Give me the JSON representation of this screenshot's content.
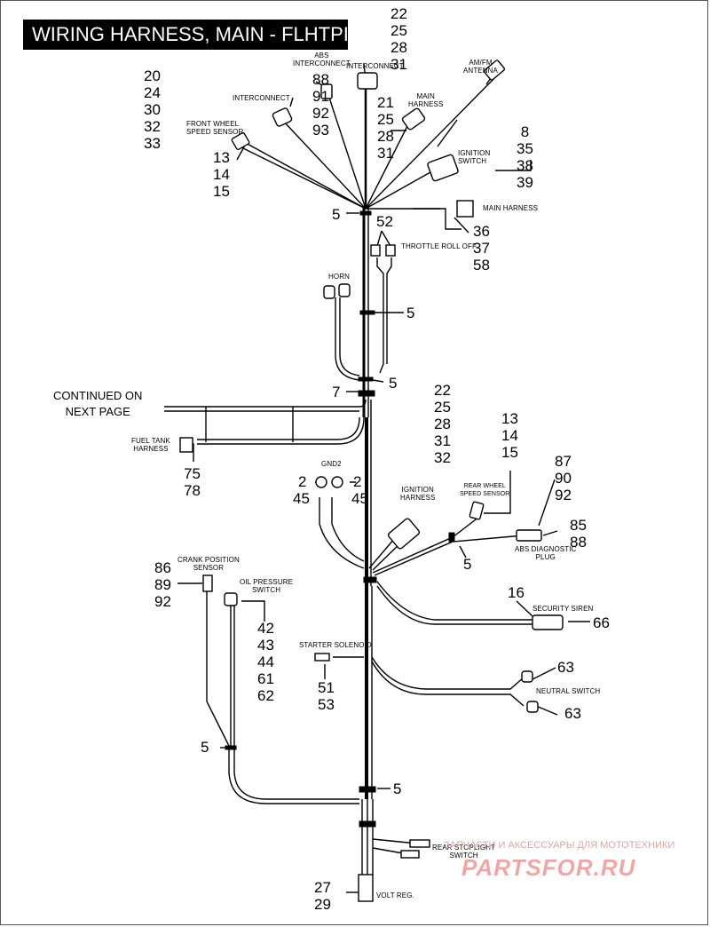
{
  "title": "WIRING HARNESS, MAIN - FLHTPI",
  "continued": "CONTINUED ON\nNEXT PAGE",
  "components": {
    "abs_interconnect": "ABS\nINTERCONNECT",
    "interconnect_top": "INTERCONNECT",
    "am_fm_antenna": "AM/FM\nANTENNA",
    "interconnect_left": "INTERCONNECT",
    "front_wheel_speed_sensor": "FRONT WHEEL\nSPEED SENSOR",
    "main_harness_upper": "MAIN\nHARNESS",
    "ignition_switch": "IGNITION\nSWITCH",
    "main_harness_right": "MAIN HARNESS",
    "throttle_roll_off": "THROTTLE ROLL OFF",
    "horn": "HORN",
    "fuel_tank_harness": "FUEL TANK\nHARNESS",
    "gnd2": "GND2",
    "ignition_harness": "IGNITION\nHARNESS",
    "rear_wheel_speed_sensor": "REAR WHEEL\nSPEED SENSOR",
    "abs_diagnostic_plug": "ABS DIAGNOSTIC\nPLUG",
    "crank_position_sensor": "CRANK POSITION\nSENSOR",
    "oil_pressure_switch": "OIL PRESSURE\nSWITCH",
    "security_siren": "SECURITY SIREN",
    "starter_solenoid": "STARTER SOLENOID",
    "neutral_switch": "NEUTRAL SWITCH",
    "rear_stoplight_switch": "REAR STOPLIGHT\nSWITCH",
    "volt_reg": "VOLT REG."
  },
  "callouts": {
    "interconnect_top": "22\n25\n28\n31",
    "abs_interconnect": "88\n91\n92\n93",
    "interconnect_left": "20\n24\n30\n32\n33",
    "main_harness_upper": "21\n25\n28\n31",
    "front_wheel": "13\n14\n15",
    "ignition_switch": "8\n35\n38\n39",
    "clamp_top": "5",
    "throttle": "52",
    "main_harness_right": "36\n37\n58",
    "clamp_mid": "5",
    "clamp_horn": "5",
    "seven": "7",
    "ignition_harness": "22\n25\n28\n31\n32",
    "rear_wheel": "13\n14\n15",
    "abs_diag_top": "87\n90\n92",
    "fuel_tank": "75\n78",
    "gnd_left_top": "2",
    "gnd_left_bot": "45",
    "gnd_right_top": "2",
    "gnd_right_bot": "45",
    "abs_diag_right": "85\n88",
    "clamp_rear": "5",
    "crank": "86\n89\n92",
    "security_top": "16",
    "security_right": "66",
    "oil_pressure": "42\n43\n44\n61\n62",
    "starter": "51\n53",
    "neutral_top": "63",
    "neutral_bot": "63",
    "clamp_crank": "5",
    "clamp_lower": "5",
    "volt_reg": "27\n29"
  },
  "watermark": {
    "line": "ЗАПЧАСТИ И АКСЕССУАРЫ ДЛЯ МОТОТЕХНИКИ",
    "logo": "PARTSFOR.RU"
  }
}
